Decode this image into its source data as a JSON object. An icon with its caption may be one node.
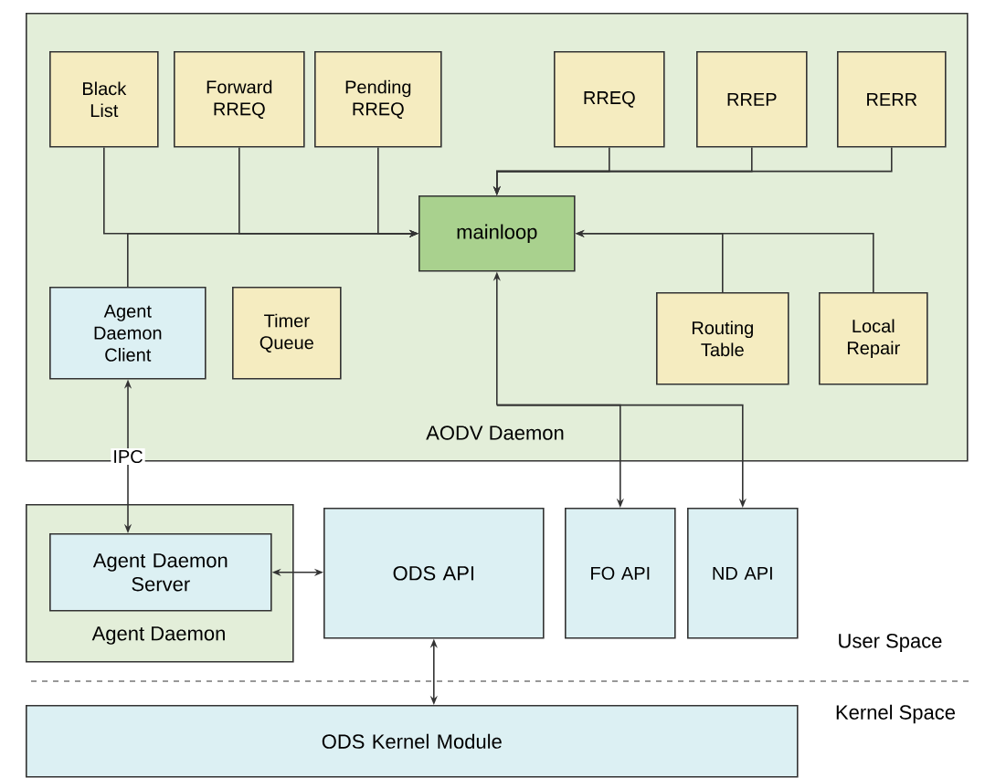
{
  "diagram": {
    "nodes": [
      {
        "text": [
          "AODV Daemon"
        ]
      },
      {
        "text": [
          "Black List"
        ],
        "in": 0
      },
      {
        "text": [
          "Forward RREQ"
        ],
        "in": 0
      },
      {
        "text": [
          "Pending RREQ"
        ],
        "in": 0
      },
      {
        "text": [
          "RREQ"
        ],
        "in": 0
      },
      {
        "text": [
          "RREP"
        ],
        "in": 0
      },
      {
        "text": [
          "RERR"
        ],
        "in": 0
      },
      {
        "text": [
          "mainloop"
        ],
        "in": 0
      },
      {
        "text": [
          "Agent Daemon Client"
        ],
        "in": 0
      },
      {
        "text": [
          "Timer Queue"
        ],
        "in": 0
      },
      {
        "text": [
          "Routing Table"
        ],
        "in": 0
      },
      {
        "text": [
          "Local Repair"
        ],
        "in": 0
      },
      {
        "text": [
          "Agent Daemon"
        ]
      },
      {
        "text": [
          "Agent Daemon Server"
        ],
        "in": 12
      },
      {
        "text": [
          "ODS API"
        ]
      },
      {
        "text": [
          "FO API"
        ]
      },
      {
        "text": [
          "ND API"
        ]
      },
      {
        "text": [
          "ODS Kernel Module"
        ]
      }
    ],
    "edges": [
      {
        "from": 1,
        "to": 7,
        "arrow": "to"
      },
      {
        "from": 2,
        "to": 7,
        "arrow": "to"
      },
      {
        "from": 3,
        "to": 7,
        "arrow": "to"
      },
      {
        "from": 8,
        "to": 7,
        "arrow": "to"
      },
      {
        "from": 4,
        "to": 7,
        "arrow": "to"
      },
      {
        "from": 5,
        "to": 7,
        "arrow": "to"
      },
      {
        "from": 6,
        "to": 7,
        "arrow": "to"
      },
      {
        "from": 10,
        "to": 7,
        "arrow": "to"
      },
      {
        "from": 11,
        "to": 7,
        "arrow": "to"
      },
      {
        "from": 7,
        "to": 15,
        "arrow": "both"
      },
      {
        "from": 7,
        "to": 16,
        "arrow": "both"
      },
      {
        "from": 13,
        "to": 8,
        "arrow": "both",
        "label": "IPC"
      },
      {
        "from": 13,
        "to": 14,
        "arrow": "both"
      },
      {
        "from": 14,
        "to": 17,
        "arrow": "both"
      }
    ],
    "labels": [
      "User Space",
      "Kernel Space"
    ]
  }
}
